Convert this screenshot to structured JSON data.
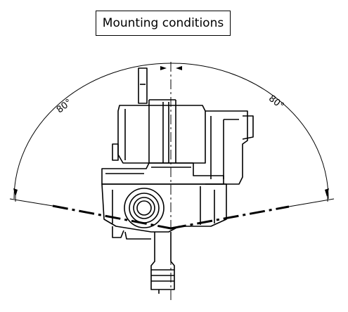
{
  "title": "Mounting conditions",
  "angle_left": "80°",
  "angle_right": "80°"
}
